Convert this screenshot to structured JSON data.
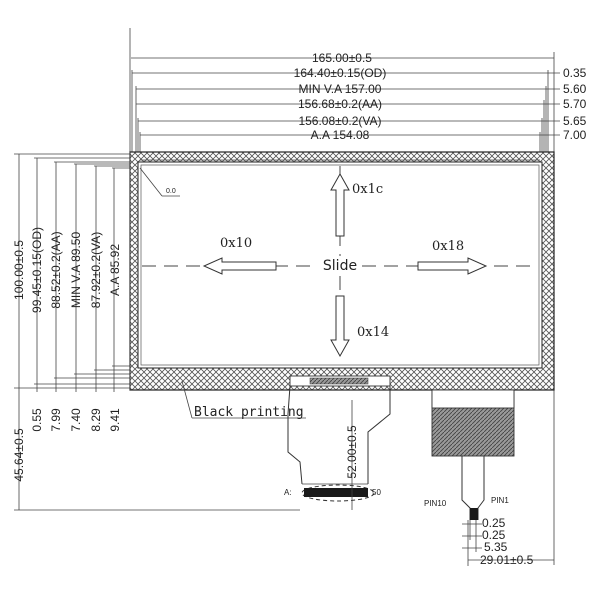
{
  "top_dims": [
    {
      "label": "165.00±0.5",
      "right": ""
    },
    {
      "label": "164.40±0.15(OD)",
      "right": "0.35"
    },
    {
      "label": "MIN V.A 157.00",
      "right": "5.60"
    },
    {
      "label": "156.68±0.2(AA)",
      "right": "5.70"
    },
    {
      "label": "156.08±0.2(VA)",
      "right": "5.65"
    },
    {
      "label": "A.A 154.08",
      "right": "7.00"
    }
  ],
  "left_dims": [
    {
      "label": "100.00±0.5",
      "bottom": "0.55"
    },
    {
      "label": "99.45±0.15(OD)",
      "bottom": "7.99"
    },
    {
      "label": "88.52±0.2(AA)",
      "bottom": "7.40"
    },
    {
      "label": "MIN V.A 89.50",
      "bottom": "8.29"
    },
    {
      "label": "87.92±0.2(VA)",
      "bottom": "9.41"
    },
    {
      "label": "A.A 85.92",
      "bottom": ""
    }
  ],
  "side_dim": "45.64±0.5",
  "fpc_dim": "52.00±0.5",
  "bottom_dims": [
    "0.25",
    "0.25",
    "5.35",
    "29.01±0.5"
  ],
  "directions": {
    "up": "0x1c",
    "left": "0x10",
    "right": "0x18",
    "down": "0x14"
  },
  "slide_label": "Slide",
  "corner_mark": "0.0",
  "black_printing": "Black printing",
  "pins": {
    "a": "A:",
    "fifty": "50",
    "pin10": "PIN10",
    "pin1": "PIN1"
  }
}
